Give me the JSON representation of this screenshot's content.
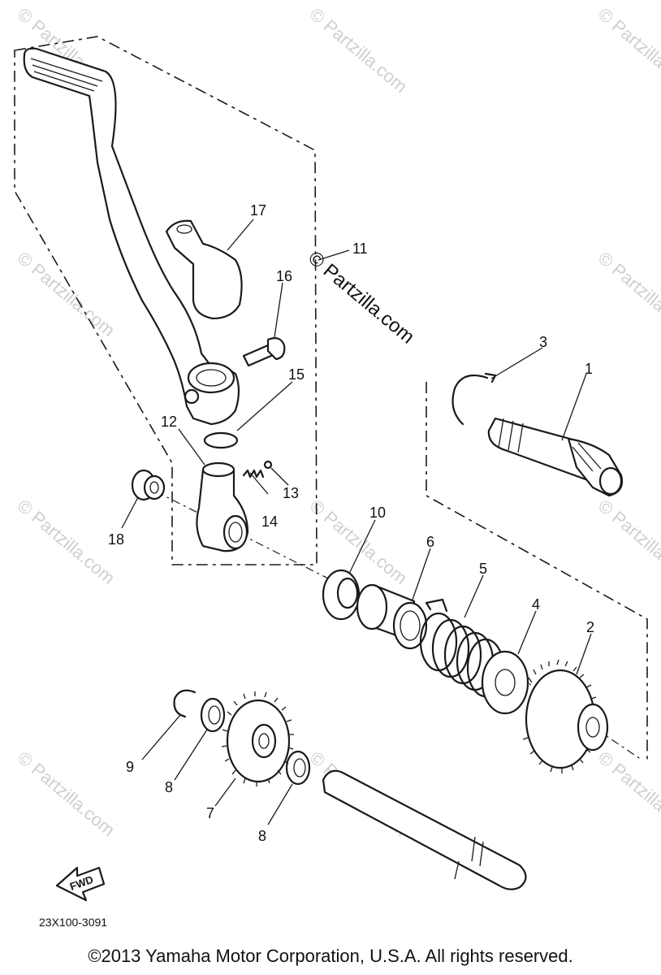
{
  "watermark": {
    "text": "© Partzilla.com",
    "center_text": "© Partzilla.com"
  },
  "callouts": {
    "c1": "1",
    "c2": "2",
    "c3": "3",
    "c4": "4",
    "c5": "5",
    "c6": "6",
    "c7": "7",
    "c8a": "8",
    "c8b": "8",
    "c9": "9",
    "c10": "10",
    "c11": "11",
    "c12": "12",
    "c13": "13",
    "c14": "14",
    "c15": "15",
    "c16": "16",
    "c17": "17",
    "c18": "18"
  },
  "fwd_label": "FWD",
  "diagram_code": "23X100-3091",
  "copyright": "©2013 Yamaha Motor Corporation, U.S.A. All rights reserved."
}
